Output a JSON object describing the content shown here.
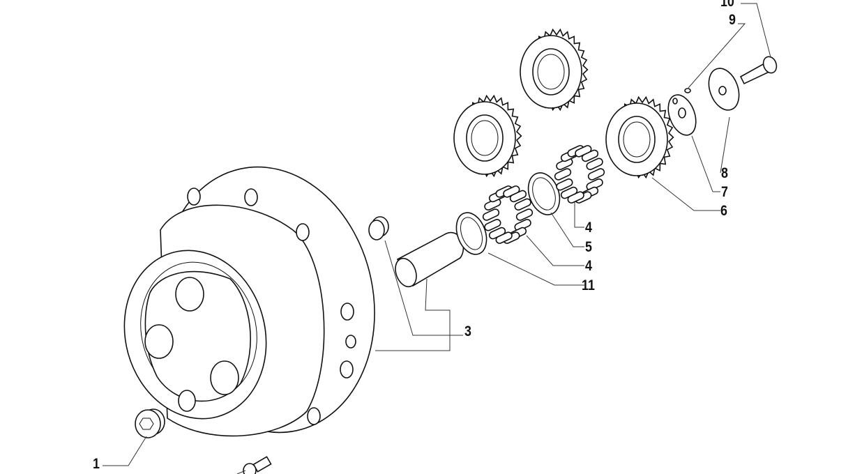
{
  "diagram": {
    "callouts": [
      {
        "id": "10",
        "label": "10"
      },
      {
        "id": "9",
        "label": "9"
      },
      {
        "id": "8",
        "label": "8"
      },
      {
        "id": "7",
        "label": "7"
      },
      {
        "id": "6",
        "label": "6"
      },
      {
        "id": "4a",
        "label": "4"
      },
      {
        "id": "5",
        "label": "5"
      },
      {
        "id": "4b",
        "label": "4"
      },
      {
        "id": "11",
        "label": "11"
      },
      {
        "id": "3",
        "label": "3"
      },
      {
        "id": "1",
        "label": "1"
      }
    ]
  }
}
